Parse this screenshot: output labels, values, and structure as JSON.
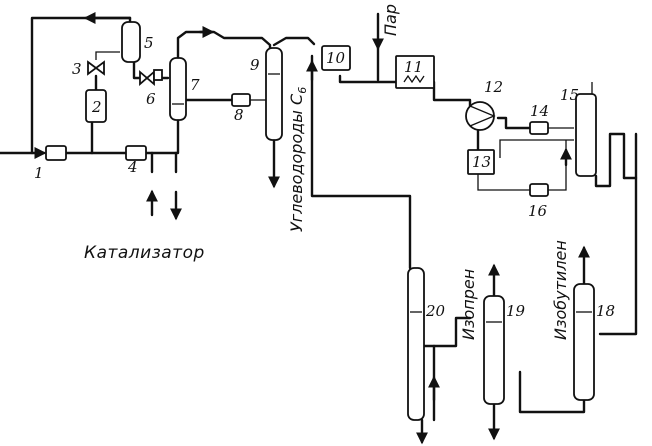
{
  "labels": {
    "u1": "1",
    "u2": "2",
    "u3": "3",
    "u4": "4",
    "u5": "5",
    "u6": "6",
    "u7": "7",
    "u8": "8",
    "u9": "9",
    "u10": "10",
    "u11": "11",
    "u12": "12",
    "u13": "13",
    "u14": "14",
    "u15": "15",
    "u16": "16",
    "u18": "18",
    "u19": "19",
    "u20": "20"
  },
  "streams": {
    "catalyst": "Катализатор",
    "steam": "Пар",
    "hydrocarbons": "Углеводороды С",
    "hydrocarbons_sub": "6",
    "isoprene": "Изопрен",
    "isobutylene": "Изобутилен"
  }
}
